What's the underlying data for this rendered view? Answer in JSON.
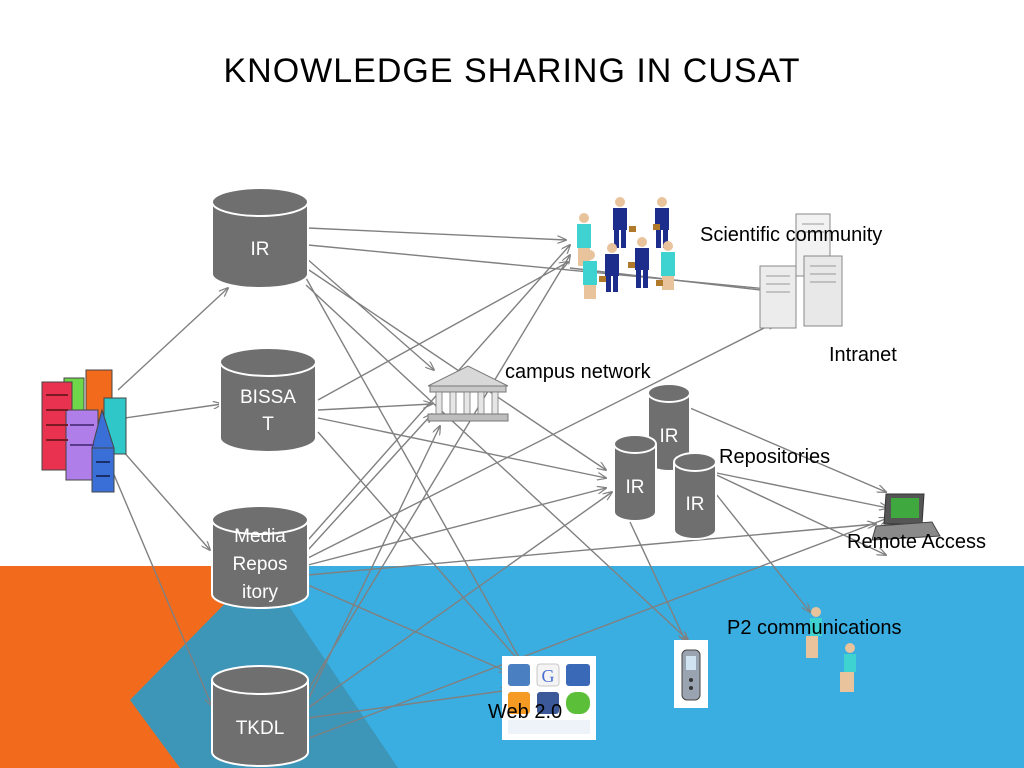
{
  "slide": {
    "title": "KNOWLEDGE SHARING IN CUSAT",
    "colors": {
      "orange": "#f26b1d",
      "blue": "#3aaee0",
      "cylinder": "#6f6f70",
      "arrow": "#808080"
    }
  },
  "diagram": {
    "sources": [
      {
        "id": "ir",
        "lines": [
          "IR"
        ]
      },
      {
        "id": "bissat",
        "lines": [
          "BISSA",
          "T"
        ]
      },
      {
        "id": "media",
        "lines": [
          "Media",
          "Repos",
          "itory"
        ]
      },
      {
        "id": "tkdl",
        "lines": [
          "TKDL"
        ]
      }
    ],
    "repositories": [
      {
        "id": "repo-top",
        "lines": [
          "IR"
        ]
      },
      {
        "id": "repo-left",
        "lines": [
          "IR"
        ]
      },
      {
        "id": "repo-right",
        "lines": [
          "IR"
        ]
      }
    ],
    "labels": {
      "scientific_community": "Scientific community",
      "intranet": "Intranet",
      "campus_network": "campus network",
      "repositories": "Repositories",
      "remote_access": "Remote Access",
      "p2": "P2 communications",
      "web20": "Web 2.0"
    },
    "icons": {
      "city": "city-buildings-icon",
      "people": "business-people-icon",
      "servers": "server-tower-icon",
      "campus": "campus-building-icon",
      "laptop": "laptop-icon",
      "phone": "mobile-phone-icon",
      "person": "person-icon",
      "web": "web-2-logos-icon"
    }
  }
}
